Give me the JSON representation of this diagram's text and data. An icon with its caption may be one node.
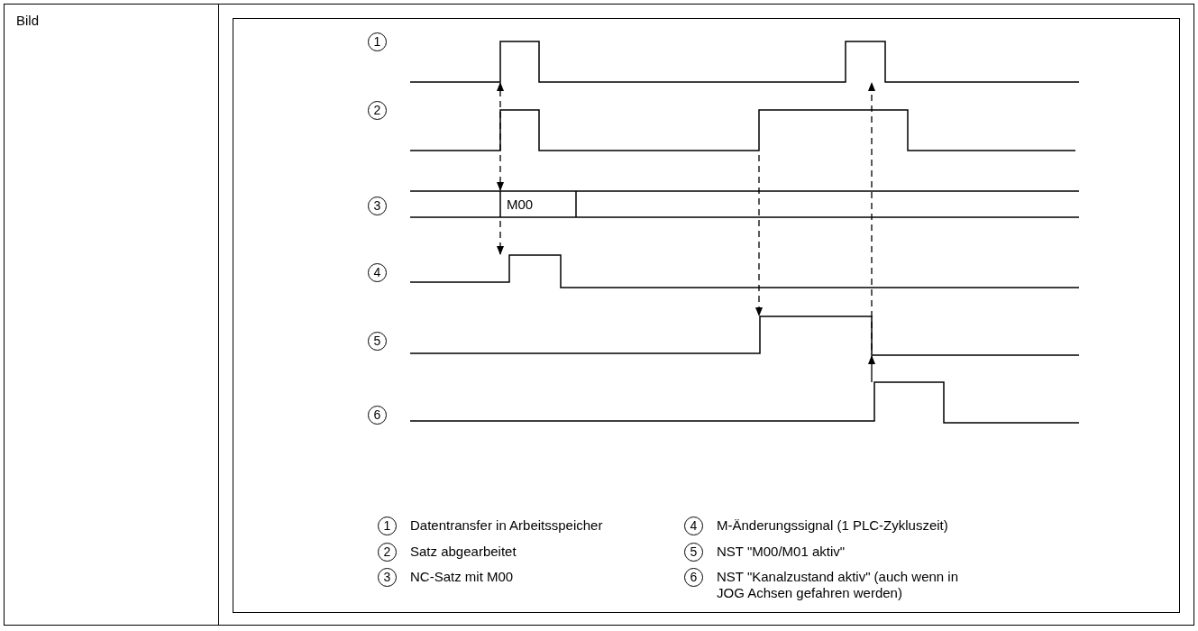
{
  "diagram": {
    "labels": [
      "Bild",
      "1",
      "2",
      "3",
      "M00",
      "4",
      "5",
      "6",
      "1",
      "Datentransfer in Arbeitsspeicher",
      "4",
      "M-Änderungssignal (1 PLC-Zykluszeit)",
      "2",
      "Satz abgearbeitet",
      "5",
      "NST \"M00/M01 aktiv\"",
      "3",
      "NC-Satz mit M00",
      "6",
      "NST \"Kanalzustand aktiv\" (auch wenn in JOG Achsen gefahren werden)"
    ]
  }
}
